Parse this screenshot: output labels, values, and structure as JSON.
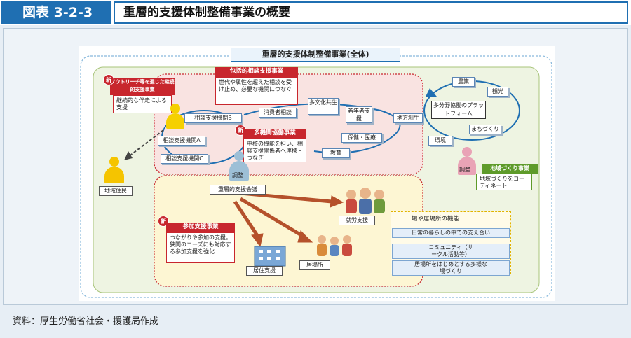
{
  "figure": {
    "number": "図表 3-2-3",
    "title": "重層的支援体制整備事業の概要",
    "source": "資料：厚生労働省社会・援護局作成"
  },
  "diagram": {
    "overall_title": "重層的支援体制整備事業(全体)",
    "new_mark": "新",
    "outreach": {
      "header": "アウトリーチ等を通じた継続的支援事業",
      "body": "継続的な伴走による支援"
    },
    "comprehensive": {
      "header": "包括的相談支援事業",
      "body": "世代や属性を超えた相談を受け止め、必要な機関につなぐ"
    },
    "multi_agency": {
      "header": "多機関協働事業",
      "body": "中核の機能を担い、相談支援関係者へ連携・つなぎ"
    },
    "participation": {
      "header": "参加支援事業",
      "body": "つながりや参加の支援。狭間のニーズにも対応する参加支援を強化"
    },
    "community": {
      "header": "地域づくり事業",
      "body": "地域づくりをコーディネート"
    },
    "agencies": {
      "a": "相談支援機関A",
      "b": "相談支援機関B",
      "c": "相談支援機関C"
    },
    "ring_items": {
      "consumer": "消費者相談",
      "multicultural": "多文化共生",
      "youth": "若年者支援",
      "health": "保健・医療",
      "education": "教育"
    },
    "coordination_label": "調整",
    "coordination_label_2": "調整",
    "conference": "重層的支援会議",
    "residents": "地域住民",
    "employment": "就労支援",
    "housing": "居住支援",
    "place": "居場所",
    "platform": {
      "center": "多分野協働のプラットフォーム",
      "agriculture": "農業",
      "tourism": "観光",
      "regional": "地方創生",
      "town": "まちづくり",
      "environment": "環境"
    },
    "venue": {
      "title": "場や居場所の機能",
      "items": [
        "日常の暮らしの中での支え合い",
        "コミュニティ（サークル活動等）",
        "居場所をはじめとする多様な場づくり"
      ]
    },
    "colors": {
      "blue": "#1f6fb2",
      "red": "#c8262d",
      "arrow": "#b5512b",
      "green_zone": "#eef4e2",
      "pink_zone": "#f9e3e1",
      "yellow_zone": "#fdf6d3"
    }
  }
}
